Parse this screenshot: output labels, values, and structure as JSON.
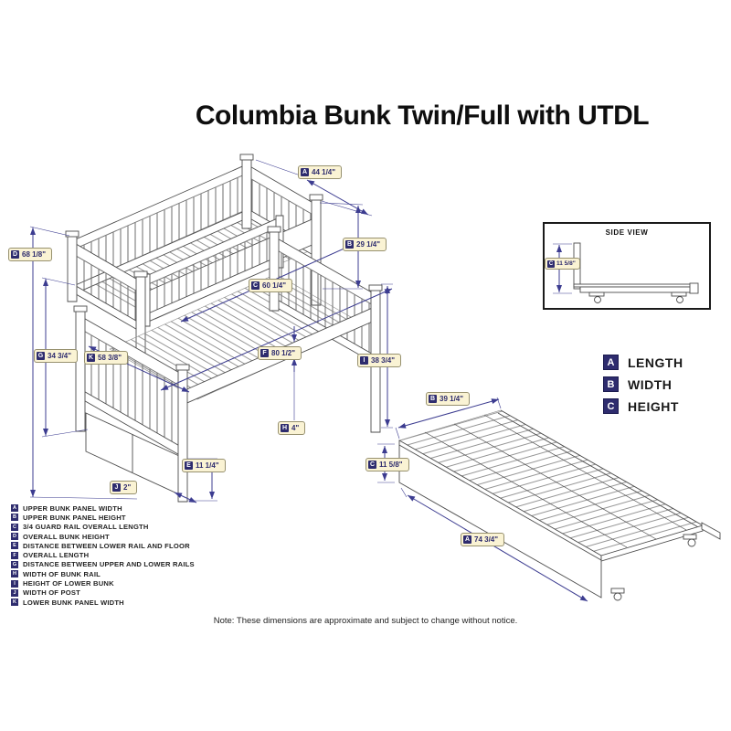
{
  "title": "Columbia Bunk Twin/Full with UTDL",
  "note": "Note: These dimensions are approximate and subject to change without notice.",
  "colors": {
    "dimension_accent": "#3c3c90",
    "label_background": "#faf3d4",
    "label_letter_badge": "#2e2c6e",
    "line_art": "#4c4c4c"
  },
  "side_view": {
    "title": "SIDE VIEW",
    "dim": {
      "letter": "C",
      "value": "11 5/8\""
    }
  },
  "abc_legend": [
    {
      "letter": "A",
      "label": "LENGTH"
    },
    {
      "letter": "B",
      "label": "WIDTH"
    },
    {
      "letter": "C",
      "label": "HEIGHT"
    }
  ],
  "dims": {
    "A": {
      "letter": "A",
      "value": "44 1/4\""
    },
    "B": {
      "letter": "B",
      "value": "29 1/4\""
    },
    "C": {
      "letter": "C",
      "value": "60 1/4\""
    },
    "D": {
      "letter": "D",
      "value": "68 1/8\""
    },
    "E": {
      "letter": "E",
      "value": "11 1/4\""
    },
    "F": {
      "letter": "F",
      "value": "80 1/2\""
    },
    "G": {
      "letter": "G",
      "value": "34 3/4\""
    },
    "H": {
      "letter": "H",
      "value": "4\""
    },
    "I": {
      "letter": "I",
      "value": "38 3/4\""
    },
    "J": {
      "letter": "J",
      "value": "2\""
    },
    "K": {
      "letter": "K",
      "value": "58 3/8\""
    }
  },
  "trundle_dims": {
    "A": {
      "letter": "A",
      "value": "74 3/4\""
    },
    "B": {
      "letter": "B",
      "value": "39 1/4\""
    },
    "C": {
      "letter": "C",
      "value": "11 5/8\""
    }
  },
  "key": [
    {
      "letter": "A",
      "label": "UPPER BUNK PANEL WIDTH"
    },
    {
      "letter": "B",
      "label": "UPPER BUNK PANEL HEIGHT"
    },
    {
      "letter": "C",
      "label": "3/4 GUARD RAIL OVERALL LENGTH"
    },
    {
      "letter": "D",
      "label": "OVERALL BUNK HEIGHT"
    },
    {
      "letter": "E",
      "label": "DISTANCE BETWEEN LOWER RAIL AND FLOOR"
    },
    {
      "letter": "F",
      "label": "OVERALL LENGTH"
    },
    {
      "letter": "G",
      "label": "DISTANCE BETWEEN UPPER AND LOWER RAILS"
    },
    {
      "letter": "H",
      "label": "WIDTH OF BUNK RAIL"
    },
    {
      "letter": "I",
      "label": "HEIGHT OF LOWER BUNK"
    },
    {
      "letter": "J",
      "label": "WIDTH OF POST"
    },
    {
      "letter": "K",
      "label": "LOWER BUNK PANEL WIDTH"
    }
  ]
}
